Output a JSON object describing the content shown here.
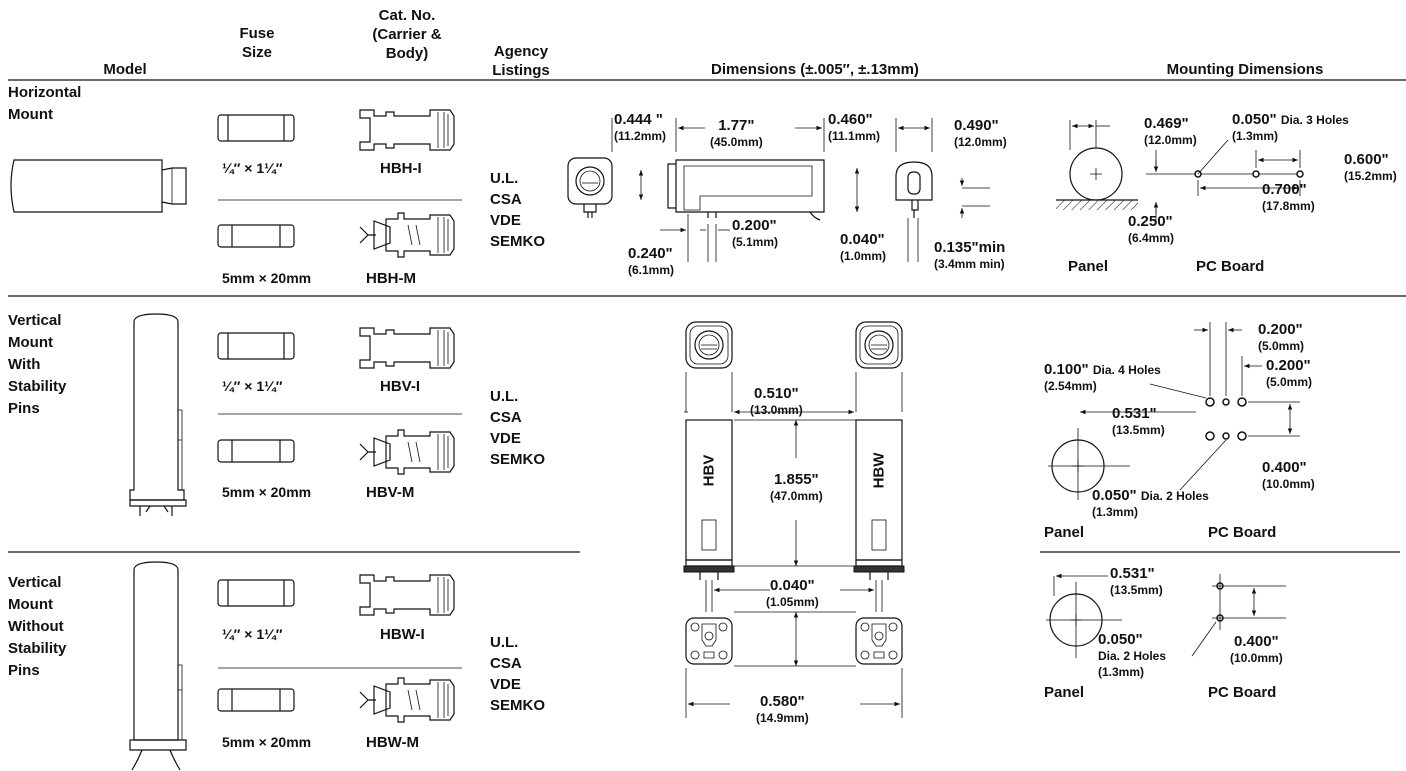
{
  "headers": {
    "model": "Model",
    "fuse_size": [
      "Fuse",
      "Size"
    ],
    "cat_no": [
      "Cat. No.",
      "(Carrier &",
      "Body)"
    ],
    "agency": [
      "Agency",
      "Listings"
    ],
    "dimensions": "Dimensions (±.005″, ±.13mm)",
    "mounting": "Mounting Dimensions"
  },
  "rows": [
    {
      "model": [
        "Horizontal",
        "Mount"
      ],
      "fuse_a": "¼″ × 1¼″",
      "cat_a": "HBH-I",
      "fuse_b": "5mm × 20mm",
      "cat_b": "HBH-M",
      "agencies": [
        "U.L.",
        "CSA",
        "VDE",
        "SEMKO"
      ]
    },
    {
      "model": [
        "Vertical",
        "Mount",
        "With",
        "Stability",
        "Pins"
      ],
      "fuse_a": "¼″ × 1¼″",
      "cat_a": "HBV-I",
      "fuse_b": "5mm × 20mm",
      "cat_b": "HBV-M",
      "agencies": [
        "U.L.",
        "CSA",
        "VDE",
        "SEMKO"
      ]
    },
    {
      "model": [
        "Vertical",
        "Mount",
        "Without",
        "Stability",
        "Pins"
      ],
      "fuse_a": "¼″ × 1¼″",
      "cat_a": "HBW-I",
      "fuse_b": "5mm × 20mm",
      "cat_b": "HBW-M",
      "agencies": [
        "U.L.",
        "CSA",
        "VDE",
        "SEMKO"
      ]
    }
  ],
  "horiz_dims": {
    "d0444": {
      "in": "0.444 \"",
      "mm": "(11.2mm)"
    },
    "d177": {
      "in": "1.77\"",
      "mm": "(45.0mm)"
    },
    "d0460": {
      "in": "0.460\"",
      "mm": "(11.1mm)"
    },
    "d0490": {
      "in": "0.490\"",
      "mm": "(12.0mm)"
    },
    "d0200": {
      "in": "0.200\"",
      "mm": "(5.1mm)"
    },
    "d0240": {
      "in": "0.240\"",
      "mm": "(6.1mm)"
    },
    "d0040": {
      "in": "0.040\"",
      "mm": "(1.0mm)"
    },
    "d0135": {
      "in": "0.135\"min",
      "mm": "(3.4mm min)"
    }
  },
  "horiz_mount": {
    "d0469": {
      "in": "0.469\"",
      "mm": "(12.0mm)"
    },
    "hole": {
      "in": "0.050\"",
      "note": "Dia. 3 Holes",
      "mm": "(1.3mm)"
    },
    "d0600": {
      "in": "0.600\"",
      "mm": "(15.2mm)"
    },
    "d0700": {
      "in": "0.700\"",
      "mm": "(17.8mm)"
    },
    "d0250": {
      "in": "0.250\"",
      "mm": "(6.4mm)"
    },
    "panel": "Panel",
    "pc": "PC Board"
  },
  "vert_dims": {
    "label_v": "HBV",
    "label_w": "HBW",
    "d0510": {
      "in": "0.510\"",
      "mm": "(13.0mm)"
    },
    "d1855": {
      "in": "1.855\"",
      "mm": "(47.0mm)"
    },
    "d0040": {
      "in": "0.040\"",
      "mm": "(1.05mm)"
    },
    "d0580": {
      "in": "0.580\"",
      "mm": "(14.9mm)"
    }
  },
  "vert_mount_with": {
    "d0200a": {
      "in": "0.200\"",
      "mm": "(5.0mm)"
    },
    "hole4": {
      "in": "0.100\"",
      "note": "Dia. 4 Holes",
      "mm": "(2.54mm)"
    },
    "d0200b": {
      "in": "0.200\"",
      "mm": "(5.0mm)"
    },
    "d0531": {
      "in": "0.531\"",
      "mm": "(13.5mm)"
    },
    "d0400": {
      "in": "0.400\"",
      "mm": "(10.0mm)"
    },
    "hole2": {
      "in": "0.050\"",
      "note": "Dia. 2 Holes",
      "mm": "(1.3mm)"
    },
    "panel": "Panel",
    "pc": "PC Board"
  },
  "vert_mount_without": {
    "d0531": {
      "in": "0.531\"",
      "mm": "(13.5mm)"
    },
    "hole2": {
      "in": "0.050\"",
      "note": "Dia. 2 Holes",
      "mm": "(1.3mm)"
    },
    "d0400": {
      "in": "0.400\"",
      "mm": "(10.0mm)"
    },
    "panel": "Panel",
    "pc": "PC Board"
  }
}
